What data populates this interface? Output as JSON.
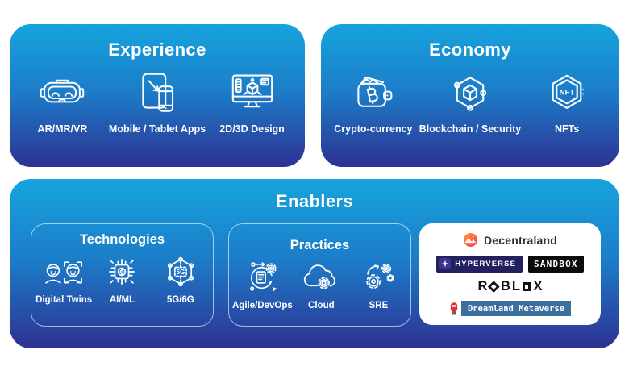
{
  "colors": {
    "panel_gradient_top": "#16A4DE",
    "panel_gradient_mid": "#1C7CC8",
    "panel_gradient_bottom": "#2E3192",
    "icon_stroke": "#FFFFFF",
    "card_bg": "#FFFFFF",
    "decentraland_text": "#2F2F2F",
    "decentraland_gradient_start": "#FFA13A",
    "decentraland_gradient_end": "#FF2D55",
    "hyperverse_bg": "#232060",
    "sandbox_bg": "#0B0B0B",
    "roblox_color": "#121212",
    "dreamland_bg": "#3C6E9E",
    "dreamland_mascot_red": "#D93438"
  },
  "panels": {
    "experience": {
      "title": "Experience",
      "items": [
        {
          "label": "AR/MR/VR",
          "icon": "vr-headset-icon"
        },
        {
          "label": "Mobile / Tablet Apps",
          "icon": "mobile-tablet-icon"
        },
        {
          "label": "2D/3D Design",
          "icon": "design-monitor-icon"
        }
      ]
    },
    "economy": {
      "title": "Economy",
      "items": [
        {
          "label": "Crypto-currency",
          "icon": "crypto-wallet-icon"
        },
        {
          "label": "Blockchain / Security",
          "icon": "blockchain-cube-icon"
        },
        {
          "label": "NFTs",
          "icon": "nft-hexagon-icon",
          "icon_text": "NFT"
        }
      ]
    },
    "enablers": {
      "title": "Enablers",
      "technologies": {
        "title": "Technologies",
        "items": [
          {
            "label": "Digital Twins",
            "icon": "digital-twins-icon"
          },
          {
            "label": "AI/ML",
            "icon": "ai-chip-icon"
          },
          {
            "label": "5G/6G",
            "icon": "network-5g-icon",
            "icon_text": "5G"
          }
        ]
      },
      "practices": {
        "title": "Practices",
        "items": [
          {
            "label": "Agile/DevOps",
            "icon": "agile-devops-icon"
          },
          {
            "label": "Cloud",
            "icon": "cloud-gear-icon"
          },
          {
            "label": "SRE",
            "icon": "sre-gears-icon"
          }
        ]
      },
      "platforms": {
        "decentraland_label": "Decentraland",
        "hyperverse_label": "HYPERVERSE",
        "sandbox_label": "SANDBOX",
        "roblox_label": "ROBLOX",
        "dreamland_label": "Dreamland Metaverse"
      }
    }
  }
}
